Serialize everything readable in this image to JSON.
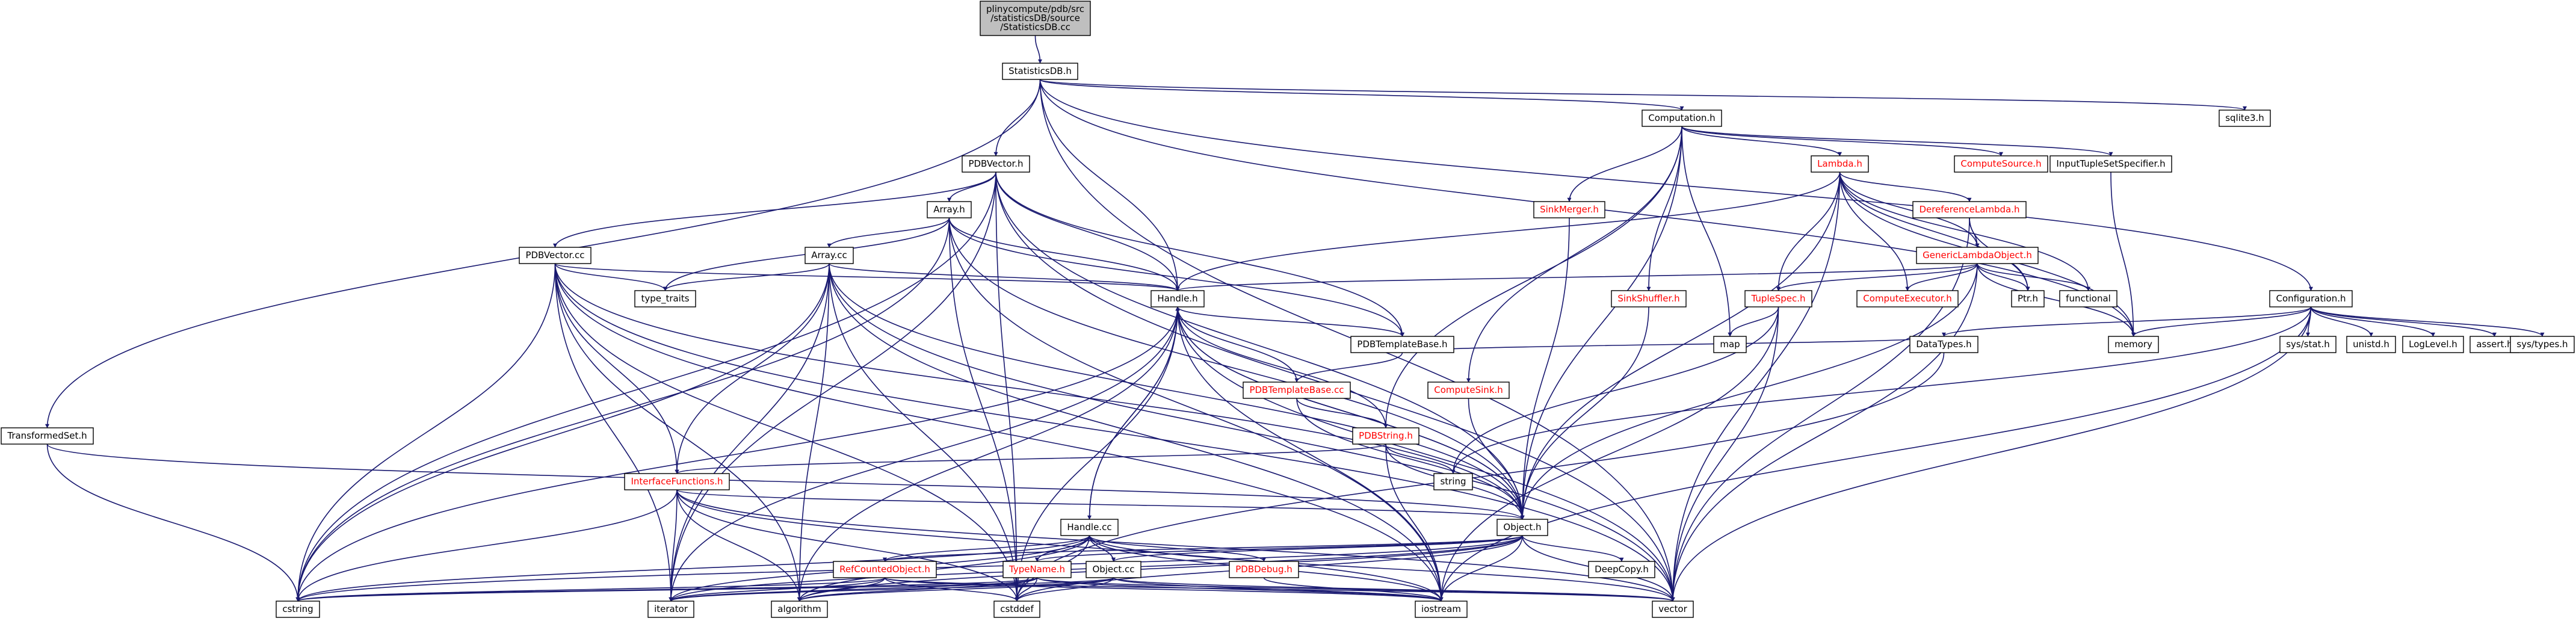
{
  "graph": {
    "edge_color": "#191970",
    "nodes": [
      {
        "id": "root",
        "lines": [
          "plinycompute/pdb/src",
          "/statisticsDB/source",
          "/StatisticsDB.cc"
        ],
        "style": "root"
      },
      {
        "id": "StatisticsDB.h",
        "lines": [
          "StatisticsDB.h"
        ],
        "style": "normal"
      },
      {
        "id": "sqlite3.h",
        "lines": [
          "sqlite3.h"
        ],
        "style": "leaf"
      },
      {
        "id": "Computation.h",
        "lines": [
          "Computation.h"
        ],
        "style": "normal"
      },
      {
        "id": "TransformedSet.h",
        "lines": [
          "TransformedSet.h"
        ],
        "style": "normal"
      },
      {
        "id": "PDBVector.h",
        "lines": [
          "PDBVector.h"
        ],
        "style": "normal"
      },
      {
        "id": "Lambda.h",
        "lines": [
          "Lambda.h"
        ],
        "style": "red"
      },
      {
        "id": "ComputeSource.h",
        "lines": [
          "ComputeSource.h"
        ],
        "style": "red"
      },
      {
        "id": "InputTupleSetSpecifier.h",
        "lines": [
          "InputTupleSetSpecifier.h"
        ],
        "style": "normal"
      },
      {
        "id": "Array.h",
        "lines": [
          "Array.h"
        ],
        "style": "normal"
      },
      {
        "id": "SinkMerger.h",
        "lines": [
          "SinkMerger.h"
        ],
        "style": "red"
      },
      {
        "id": "DereferenceLambda.h",
        "lines": [
          "DereferenceLambda.h"
        ],
        "style": "red"
      },
      {
        "id": "PDBVector.cc",
        "lines": [
          "PDBVector.cc"
        ],
        "style": "normal"
      },
      {
        "id": "Array.cc",
        "lines": [
          "Array.cc"
        ],
        "style": "normal"
      },
      {
        "id": "GenericLambdaObject.h",
        "lines": [
          "GenericLambdaObject.h"
        ],
        "style": "red"
      },
      {
        "id": "Configuration.h",
        "lines": [
          "Configuration.h"
        ],
        "style": "normal"
      },
      {
        "id": "type_traits",
        "lines": [
          "type_traits"
        ],
        "style": "leaf"
      },
      {
        "id": "Handle.h",
        "lines": [
          "Handle.h"
        ],
        "style": "normal"
      },
      {
        "id": "SinkShuffler.h",
        "lines": [
          "SinkShuffler.h"
        ],
        "style": "red"
      },
      {
        "id": "TupleSpec.h",
        "lines": [
          "TupleSpec.h"
        ],
        "style": "red"
      },
      {
        "id": "ComputeExecutor.h",
        "lines": [
          "ComputeExecutor.h"
        ],
        "style": "red"
      },
      {
        "id": "Ptr.h",
        "lines": [
          "Ptr.h"
        ],
        "style": "normal"
      },
      {
        "id": "functional",
        "lines": [
          "functional"
        ],
        "style": "leaf"
      },
      {
        "id": "PDBTemplateBase.h",
        "lines": [
          "PDBTemplateBase.h"
        ],
        "style": "normal"
      },
      {
        "id": "map",
        "lines": [
          "map"
        ],
        "style": "leaf"
      },
      {
        "id": "memory",
        "lines": [
          "memory"
        ],
        "style": "leaf"
      },
      {
        "id": "sys/stat.h",
        "lines": [
          "sys/stat.h"
        ],
        "style": "leaf"
      },
      {
        "id": "unistd.h",
        "lines": [
          "unistd.h"
        ],
        "style": "leaf"
      },
      {
        "id": "LogLevel.h",
        "lines": [
          "LogLevel.h"
        ],
        "style": "normal"
      },
      {
        "id": "assert.h",
        "lines": [
          "assert.h"
        ],
        "style": "leaf"
      },
      {
        "id": "sys/types.h",
        "lines": [
          "sys/types.h"
        ],
        "style": "leaf"
      },
      {
        "id": "DataTypes.h",
        "lines": [
          "DataTypes.h"
        ],
        "style": "normal"
      },
      {
        "id": "PDBTemplateBase.cc",
        "lines": [
          "PDBTemplateBase.cc"
        ],
        "style": "red"
      },
      {
        "id": "ComputeSink.h",
        "lines": [
          "ComputeSink.h"
        ],
        "style": "red"
      },
      {
        "id": "PDBString.h",
        "lines": [
          "PDBString.h"
        ],
        "style": "red"
      },
      {
        "id": "string",
        "lines": [
          "string"
        ],
        "style": "leaf"
      },
      {
        "id": "InterfaceFunctions.h",
        "lines": [
          "InterfaceFunctions.h"
        ],
        "style": "red"
      },
      {
        "id": "Object.h",
        "lines": [
          "Object.h"
        ],
        "style": "normal"
      },
      {
        "id": "Handle.cc",
        "lines": [
          "Handle.cc"
        ],
        "style": "normal"
      },
      {
        "id": "DeepCopy.h",
        "lines": [
          "DeepCopy.h"
        ],
        "style": "normal"
      },
      {
        "id": "RefCountedObject.h",
        "lines": [
          "RefCountedObject.h"
        ],
        "style": "red"
      },
      {
        "id": "TypeName.h",
        "lines": [
          "TypeName.h"
        ],
        "style": "red"
      },
      {
        "id": "Object.cc",
        "lines": [
          "Object.cc"
        ],
        "style": "normal"
      },
      {
        "id": "PDBDebug.h",
        "lines": [
          "PDBDebug.h"
        ],
        "style": "red"
      },
      {
        "id": "cstring",
        "lines": [
          "cstring"
        ],
        "style": "leaf"
      },
      {
        "id": "iterator",
        "lines": [
          "iterator"
        ],
        "style": "leaf"
      },
      {
        "id": "algorithm",
        "lines": [
          "algorithm"
        ],
        "style": "leaf"
      },
      {
        "id": "cstddef",
        "lines": [
          "cstddef"
        ],
        "style": "leaf"
      },
      {
        "id": "iostream",
        "lines": [
          "iostream"
        ],
        "style": "leaf"
      },
      {
        "id": "vector",
        "lines": [
          "vector"
        ],
        "style": "leaf"
      }
    ],
    "edges": [
      [
        "root",
        "StatisticsDB.h"
      ],
      [
        "StatisticsDB.h",
        "sqlite3.h"
      ],
      [
        "StatisticsDB.h",
        "Computation.h"
      ],
      [
        "StatisticsDB.h",
        "TransformedSet.h"
      ],
      [
        "StatisticsDB.h",
        "PDBVector.h"
      ],
      [
        "StatisticsDB.h",
        "Handle.h"
      ],
      [
        "StatisticsDB.h",
        "Configuration.h"
      ],
      [
        "StatisticsDB.h",
        "memory"
      ],
      [
        "StatisticsDB.h",
        "vector"
      ],
      [
        "Computation.h",
        "Lambda.h"
      ],
      [
        "Computation.h",
        "ComputeSource.h"
      ],
      [
        "Computation.h",
        "InputTupleSetSpecifier.h"
      ],
      [
        "Computation.h",
        "SinkMerger.h"
      ],
      [
        "Computation.h",
        "SinkShuffler.h"
      ],
      [
        "Computation.h",
        "ComputeSink.h"
      ],
      [
        "Computation.h",
        "map"
      ],
      [
        "Computation.h",
        "Object.h"
      ],
      [
        "Computation.h",
        "PDBString.h"
      ],
      [
        "TransformedSet.h",
        "Object.h"
      ],
      [
        "TransformedSet.h",
        "cstring"
      ],
      [
        "PDBVector.h",
        "Array.h"
      ],
      [
        "PDBVector.h",
        "PDBVector.cc"
      ],
      [
        "PDBVector.h",
        "Handle.h"
      ],
      [
        "PDBVector.h",
        "PDBTemplateBase.h"
      ],
      [
        "PDBVector.h",
        "Object.h"
      ],
      [
        "PDBVector.h",
        "cstring"
      ],
      [
        "PDBVector.h",
        "iterator"
      ],
      [
        "PDBVector.h",
        "cstddef"
      ],
      [
        "PDBVector.h",
        "vector"
      ],
      [
        "Lambda.h",
        "DereferenceLambda.h"
      ],
      [
        "Lambda.h",
        "GenericLambdaObject.h"
      ],
      [
        "Lambda.h",
        "TupleSpec.h"
      ],
      [
        "Lambda.h",
        "ComputeExecutor.h"
      ],
      [
        "Lambda.h",
        "Ptr.h"
      ],
      [
        "Lambda.h",
        "functional"
      ],
      [
        "Lambda.h",
        "Handle.h"
      ],
      [
        "Lambda.h",
        "memory"
      ],
      [
        "Lambda.h",
        "Object.h"
      ],
      [
        "Lambda.h",
        "vector"
      ],
      [
        "InputTupleSetSpecifier.h",
        "memory"
      ],
      [
        "Array.h",
        "Array.cc"
      ],
      [
        "Array.h",
        "Handle.h"
      ],
      [
        "Array.h",
        "PDBTemplateBase.h"
      ],
      [
        "Array.h",
        "Object.h"
      ],
      [
        "Array.h",
        "cstring"
      ],
      [
        "Array.h",
        "iostream"
      ],
      [
        "Array.h",
        "cstddef"
      ],
      [
        "Array.h",
        "type_traits"
      ],
      [
        "SinkMerger.h",
        "Object.h"
      ],
      [
        "DereferenceLambda.h",
        "GenericLambdaObject.h"
      ],
      [
        "DereferenceLambda.h",
        "Ptr.h"
      ],
      [
        "DereferenceLambda.h",
        "vector"
      ],
      [
        "PDBVector.cc",
        "type_traits"
      ],
      [
        "PDBVector.cc",
        "Handle.h"
      ],
      [
        "PDBVector.cc",
        "InterfaceFunctions.h"
      ],
      [
        "PDBVector.cc",
        "Object.h"
      ],
      [
        "PDBVector.cc",
        "cstring"
      ],
      [
        "PDBVector.cc",
        "iterator"
      ],
      [
        "PDBVector.cc",
        "algorithm"
      ],
      [
        "PDBVector.cc",
        "cstddef"
      ],
      [
        "PDBVector.cc",
        "iostream"
      ],
      [
        "PDBVector.cc",
        "vector"
      ],
      [
        "Array.cc",
        "type_traits"
      ],
      [
        "Array.cc",
        "Handle.h"
      ],
      [
        "Array.cc",
        "InterfaceFunctions.h"
      ],
      [
        "Array.cc",
        "Object.h"
      ],
      [
        "Array.cc",
        "cstring"
      ],
      [
        "Array.cc",
        "iterator"
      ],
      [
        "Array.cc",
        "algorithm"
      ],
      [
        "Array.cc",
        "cstddef"
      ],
      [
        "Array.cc",
        "iostream"
      ],
      [
        "Array.cc",
        "vector"
      ],
      [
        "GenericLambdaObject.h",
        "TupleSpec.h"
      ],
      [
        "GenericLambdaObject.h",
        "ComputeExecutor.h"
      ],
      [
        "GenericLambdaObject.h",
        "Ptr.h"
      ],
      [
        "GenericLambdaObject.h",
        "functional"
      ],
      [
        "GenericLambdaObject.h",
        "Handle.h"
      ],
      [
        "GenericLambdaObject.h",
        "memory"
      ],
      [
        "GenericLambdaObject.h",
        "Object.h"
      ],
      [
        "GenericLambdaObject.h",
        "vector"
      ],
      [
        "Configuration.h",
        "memory"
      ],
      [
        "Configuration.h",
        "sys/stat.h"
      ],
      [
        "Configuration.h",
        "unistd.h"
      ],
      [
        "Configuration.h",
        "LogLevel.h"
      ],
      [
        "Configuration.h",
        "assert.h"
      ],
      [
        "Configuration.h",
        "sys/types.h"
      ],
      [
        "Configuration.h",
        "DataTypes.h"
      ],
      [
        "Configuration.h",
        "string"
      ],
      [
        "Configuration.h",
        "iostream"
      ],
      [
        "Configuration.h",
        "vector"
      ],
      [
        "Handle.h",
        "Handle.cc"
      ],
      [
        "Handle.h",
        "PDBTemplateBase.h"
      ],
      [
        "Handle.h",
        "Object.h"
      ],
      [
        "Handle.h",
        "cstring"
      ],
      [
        "Handle.h",
        "iterator"
      ],
      [
        "Handle.h",
        "algorithm"
      ],
      [
        "Handle.h",
        "cstddef"
      ],
      [
        "Handle.h",
        "iostream"
      ],
      [
        "Handle.h",
        "vector"
      ],
      [
        "SinkShuffler.h",
        "Object.h"
      ],
      [
        "TupleSpec.h",
        "map"
      ],
      [
        "TupleSpec.h",
        "string"
      ],
      [
        "TupleSpec.h",
        "iostream"
      ],
      [
        "TupleSpec.h",
        "vector"
      ],
      [
        "PDBTemplateBase.h",
        "PDBTemplateBase.cc"
      ],
      [
        "PDBTemplateBase.h",
        "DataTypes.h"
      ],
      [
        "PDBTemplateBase.cc",
        "Handle.h"
      ],
      [
        "PDBTemplateBase.cc",
        "PDBString.h"
      ],
      [
        "PDBTemplateBase.cc",
        "Object.h"
      ],
      [
        "DataTypes.h",
        "cstddef"
      ],
      [
        "ComputeSink.h",
        "Object.h"
      ],
      [
        "PDBString.h",
        "InterfaceFunctions.h"
      ],
      [
        "PDBString.h",
        "string"
      ],
      [
        "PDBString.h",
        "Handle.h"
      ],
      [
        "PDBString.h",
        "Object.h"
      ],
      [
        "PDBString.h",
        "iostream"
      ],
      [
        "InterfaceFunctions.h",
        "Object.h"
      ],
      [
        "InterfaceFunctions.h",
        "cstring"
      ],
      [
        "InterfaceFunctions.h",
        "iterator"
      ],
      [
        "InterfaceFunctions.h",
        "algorithm"
      ],
      [
        "InterfaceFunctions.h",
        "cstddef"
      ],
      [
        "InterfaceFunctions.h",
        "iostream"
      ],
      [
        "InterfaceFunctions.h",
        "vector"
      ],
      [
        "Object.h",
        "Handle.h"
      ],
      [
        "Object.h",
        "DeepCopy.h"
      ],
      [
        "Object.h",
        "Object.cc"
      ],
      [
        "Object.h",
        "RefCountedObject.h"
      ],
      [
        "Object.h",
        "TypeName.h"
      ],
      [
        "Object.h",
        "cstring"
      ],
      [
        "Object.h",
        "iterator"
      ],
      [
        "Object.h",
        "algorithm"
      ],
      [
        "Object.h",
        "cstddef"
      ],
      [
        "Object.h",
        "iostream"
      ],
      [
        "Object.h",
        "vector"
      ],
      [
        "Handle.cc",
        "Handle.h"
      ],
      [
        "Handle.cc",
        "RefCountedObject.h"
      ],
      [
        "Handle.cc",
        "TypeName.h"
      ],
      [
        "Handle.cc",
        "Object.cc"
      ],
      [
        "Handle.cc",
        "PDBDebug.h"
      ],
      [
        "Handle.cc",
        "cstring"
      ],
      [
        "Handle.cc",
        "iterator"
      ],
      [
        "Handle.cc",
        "algorithm"
      ],
      [
        "Handle.cc",
        "cstddef"
      ],
      [
        "Handle.cc",
        "iostream"
      ],
      [
        "Handle.cc",
        "vector"
      ],
      [
        "RefCountedObject.h",
        "cstring"
      ],
      [
        "RefCountedObject.h",
        "iterator"
      ],
      [
        "RefCountedObject.h",
        "algorithm"
      ],
      [
        "RefCountedObject.h",
        "cstddef"
      ],
      [
        "RefCountedObject.h",
        "iostream"
      ],
      [
        "RefCountedObject.h",
        "vector"
      ],
      [
        "TypeName.h",
        "cstring"
      ],
      [
        "TypeName.h",
        "iterator"
      ],
      [
        "TypeName.h",
        "algorithm"
      ],
      [
        "TypeName.h",
        "cstddef"
      ],
      [
        "TypeName.h",
        "iostream"
      ],
      [
        "TypeName.h",
        "vector"
      ],
      [
        "Object.cc",
        "cstring"
      ],
      [
        "Object.cc",
        "iterator"
      ],
      [
        "Object.cc",
        "algorithm"
      ],
      [
        "Object.cc",
        "cstddef"
      ],
      [
        "Object.cc",
        "iostream"
      ],
      [
        "Object.cc",
        "vector"
      ],
      [
        "PDBDebug.h",
        "iostream"
      ]
    ]
  }
}
